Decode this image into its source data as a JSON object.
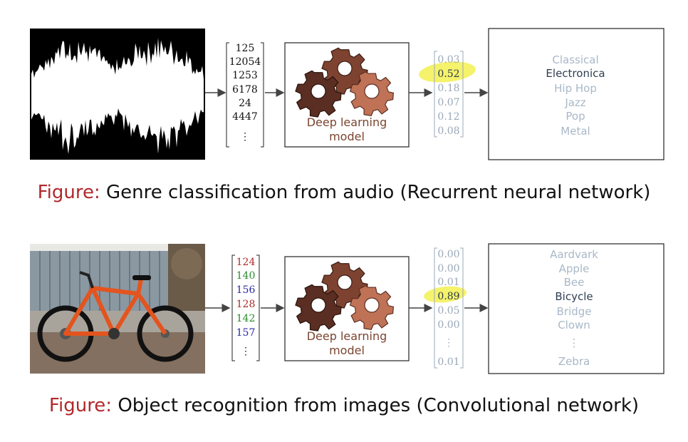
{
  "colors": {
    "caption_key": "#b2282b",
    "highlight": "#f2ee3a",
    "gear_dark": "#5a2e22",
    "gear_mid": "#7e4330",
    "gear_light": "#bf7256",
    "rgb_red": "#b02a2a",
    "rgb_green": "#2c8a2c",
    "rgb_blue": "#2a2aa0"
  },
  "top": {
    "input_vector": [
      "125",
      "12054",
      "1253",
      "6178",
      "24",
      "4447",
      "⋮"
    ],
    "model_label_line1": "Deep learning",
    "model_label_line2": "model",
    "probabilities": [
      "0.03",
      "0.52",
      "0.18",
      "0.07",
      "0.12",
      "0.08"
    ],
    "classes": [
      "Classical",
      "Electronica",
      "Hip Hop",
      "Jazz",
      "Pop",
      "Metal"
    ],
    "caption_key": "Figure:",
    "caption_text": " Genre classification from audio (Recurrent neural network)"
  },
  "bottom": {
    "input_vector": [
      "124",
      "140",
      "156",
      "128",
      "142",
      "157",
      "⋮"
    ],
    "model_label_line1": "Deep learning",
    "model_label_line2": "model",
    "probabilities": [
      "0.00",
      "0.00",
      "0.01",
      "0.89",
      "0.05",
      "0.00",
      "⋮",
      "0.01"
    ],
    "classes": [
      "Aardvark",
      "Apple",
      "Bee",
      "Bicycle",
      "Bridge",
      "Clown",
      "⋮",
      "Zebra"
    ],
    "caption_key": "Figure:",
    "caption_text": " Object recognition from images (Convolutional network)"
  }
}
